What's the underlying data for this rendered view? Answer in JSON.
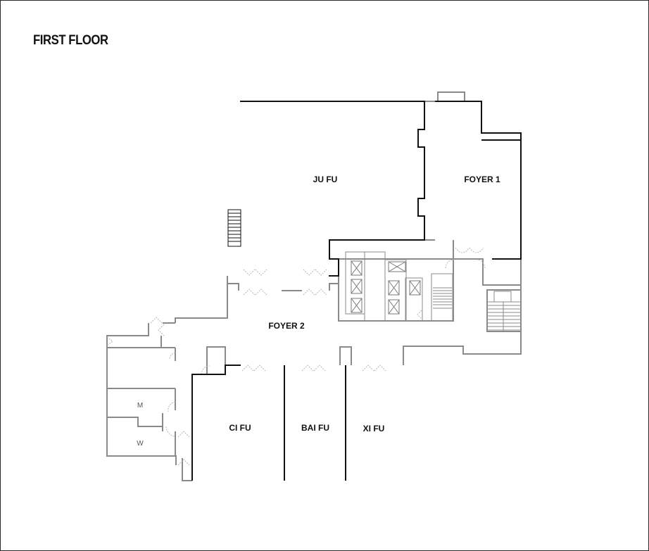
{
  "title": "FIRST FLOOR",
  "rooms": {
    "ju_fu": "JU FU",
    "foyer_1": "FOYER 1",
    "foyer_2": "FOYER 2",
    "ci_fu": "CI FU",
    "bai_fu": "BAI FU",
    "xi_fu": "XI FU",
    "restroom_men": "M",
    "restroom_women": "W"
  },
  "colors": {
    "room_wall": "#111111",
    "building_wall": "#8a8a8a",
    "door": "#b5b5b5",
    "background": "#ffffff"
  }
}
